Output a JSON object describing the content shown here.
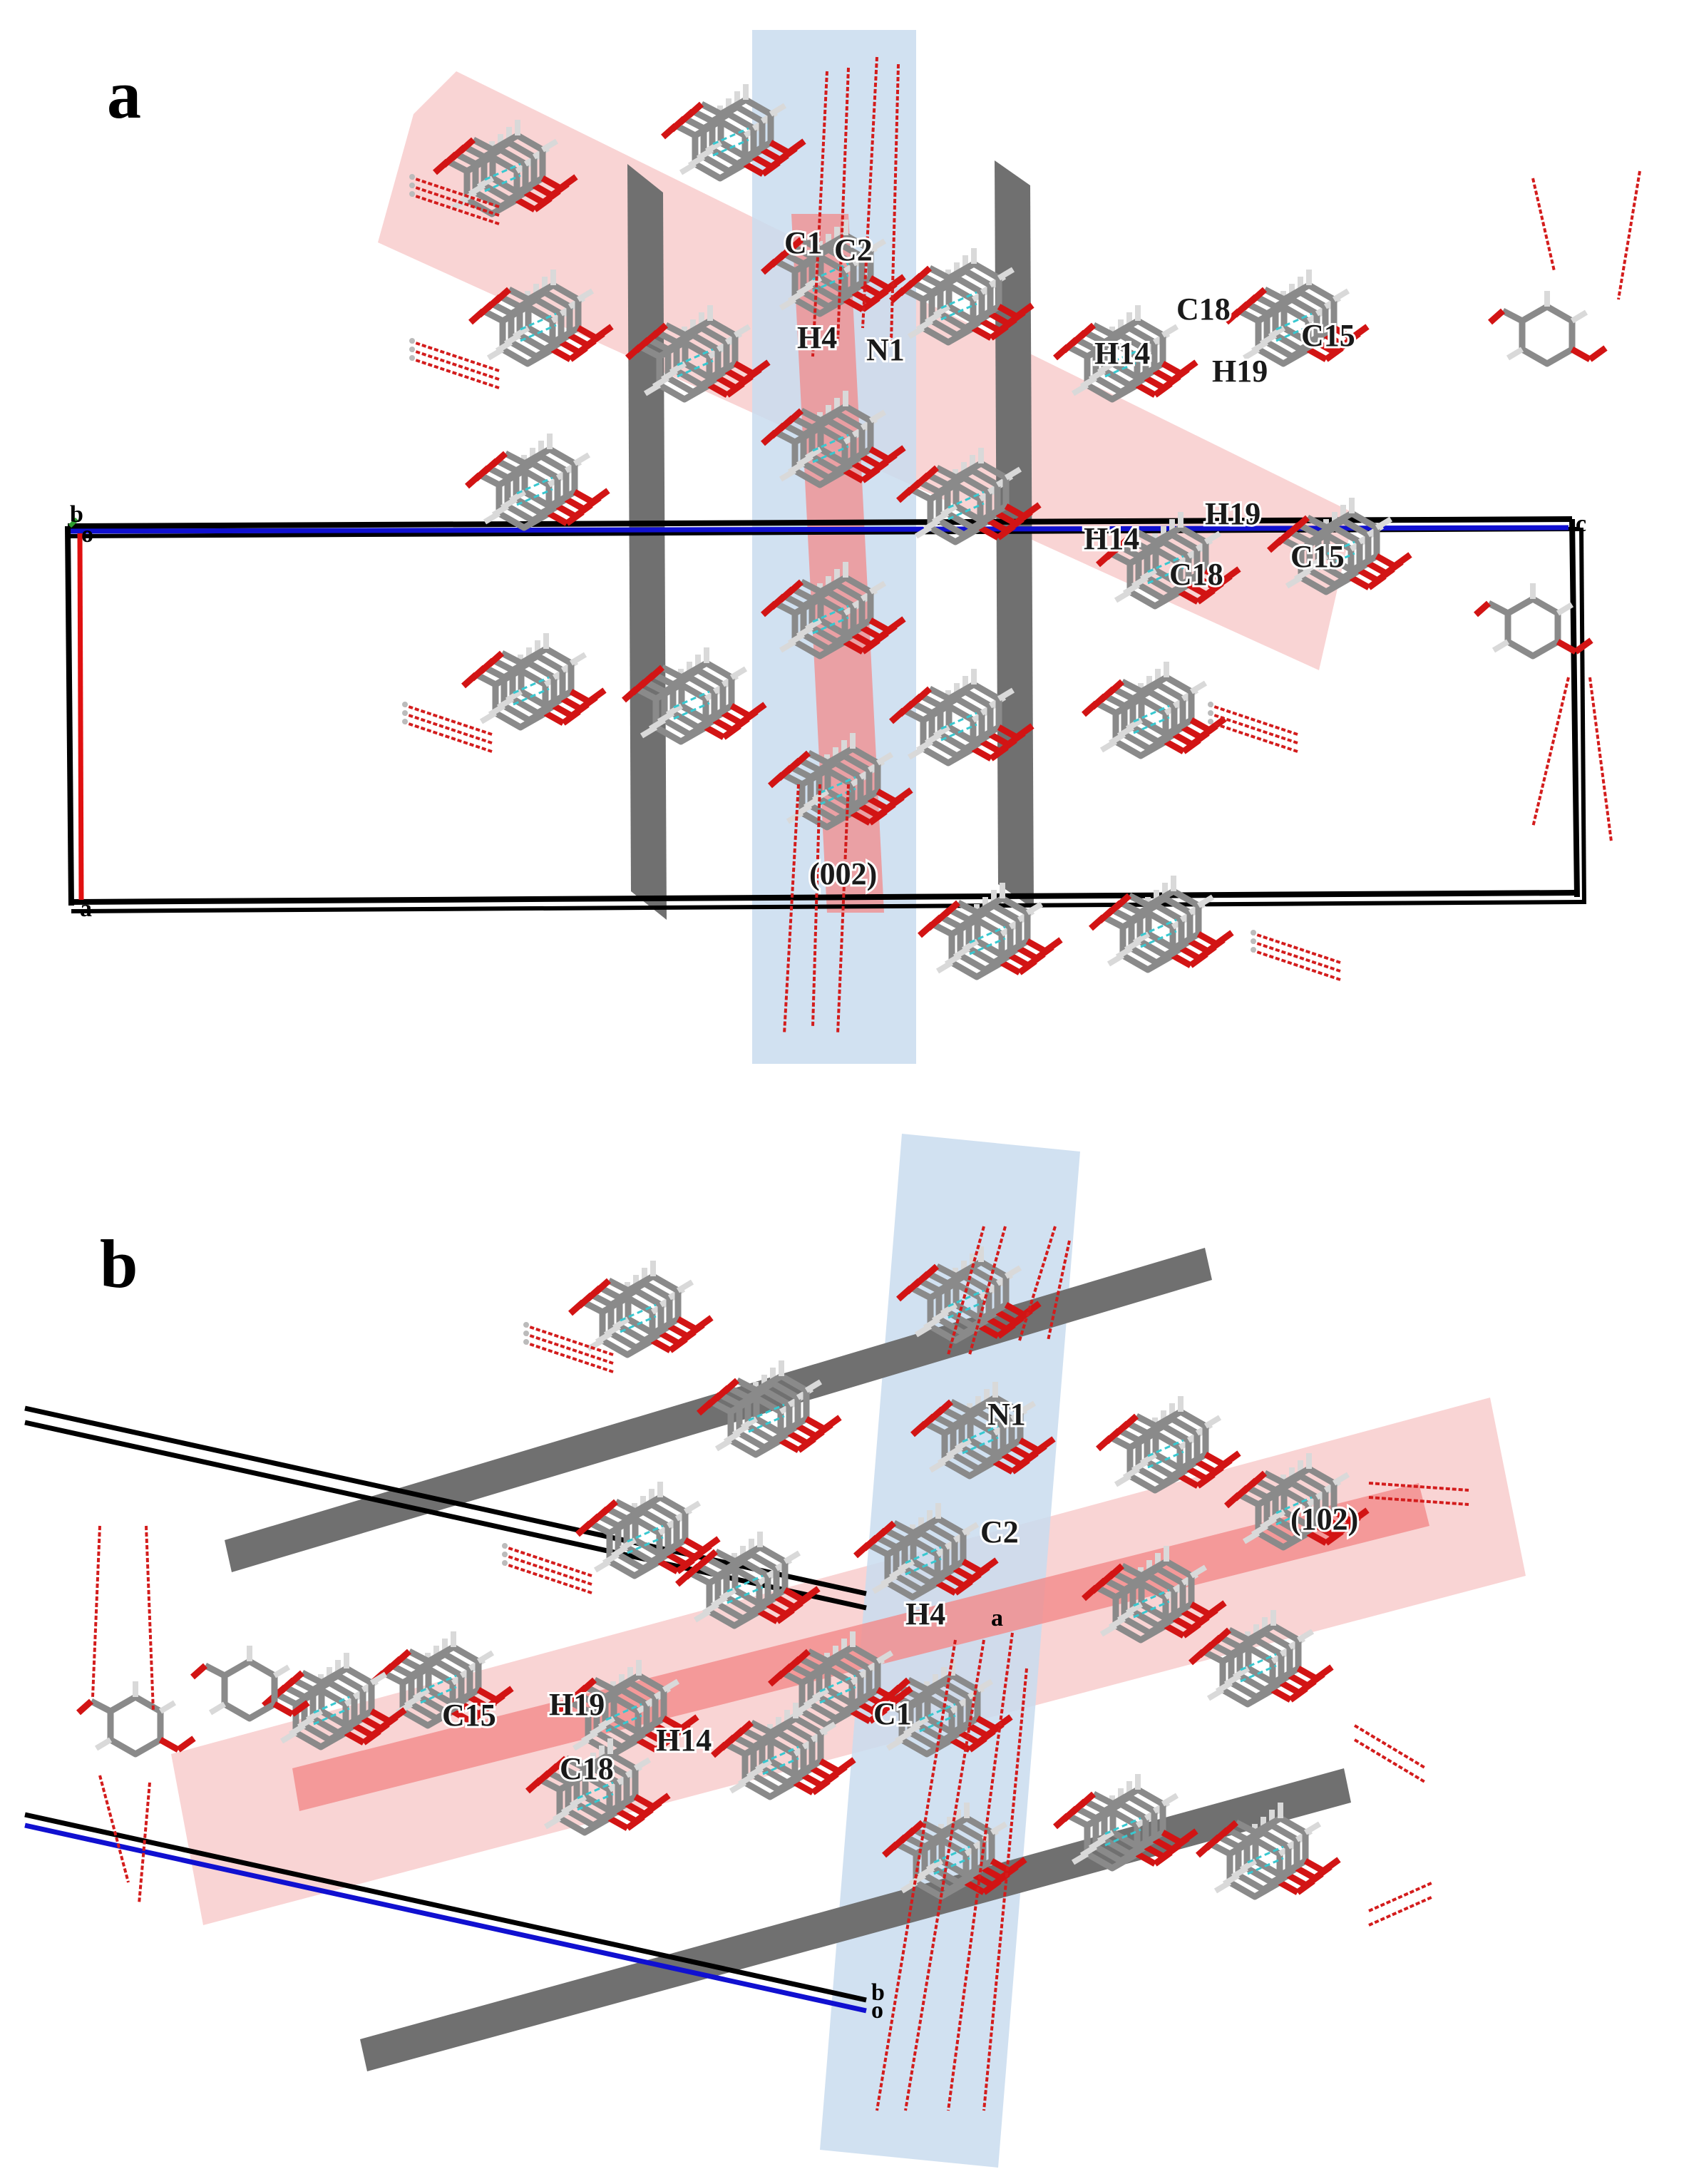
{
  "panels": [
    {
      "id": "a",
      "letter": "a",
      "plane_label": "(002)",
      "axes": {
        "b": "b",
        "o": "o",
        "a": "a",
        "c": "c"
      },
      "labels": {
        "C1": "C1",
        "C2": "C2",
        "H4": "H4",
        "N1": "N1",
        "C18_top": "C18",
        "H14_top": "H14",
        "H19_top": "H19",
        "C15_top": "C15",
        "H19_mid": "H19",
        "H14_mid": "H14",
        "C18_mid": "C18",
        "C15_mid": "C15"
      }
    },
    {
      "id": "b",
      "letter": "b",
      "plane_label": "(102)",
      "axes": {
        "a": "a",
        "b": "b",
        "o": "o"
      },
      "labels": {
        "N1": "N1",
        "C2": "C2",
        "H4": "H4",
        "C1": "C1",
        "C15": "C15",
        "H19": "H19",
        "C18": "C18",
        "H14": "H14"
      }
    }
  ],
  "colors": {
    "blue_plane": "#c9dcef",
    "pink_plane": "#f7c9c9",
    "red_plane": "#f28a8a",
    "grey_plane": "#707070",
    "bond_grey": "#8a8a8a",
    "oxygen_red": "#d21414",
    "hbond_cyan": "#38c8d0",
    "contact_red": "#d31c1c",
    "axis_blue": "#1010d0",
    "axis_red": "#e01010",
    "cell_black": "#000000"
  }
}
